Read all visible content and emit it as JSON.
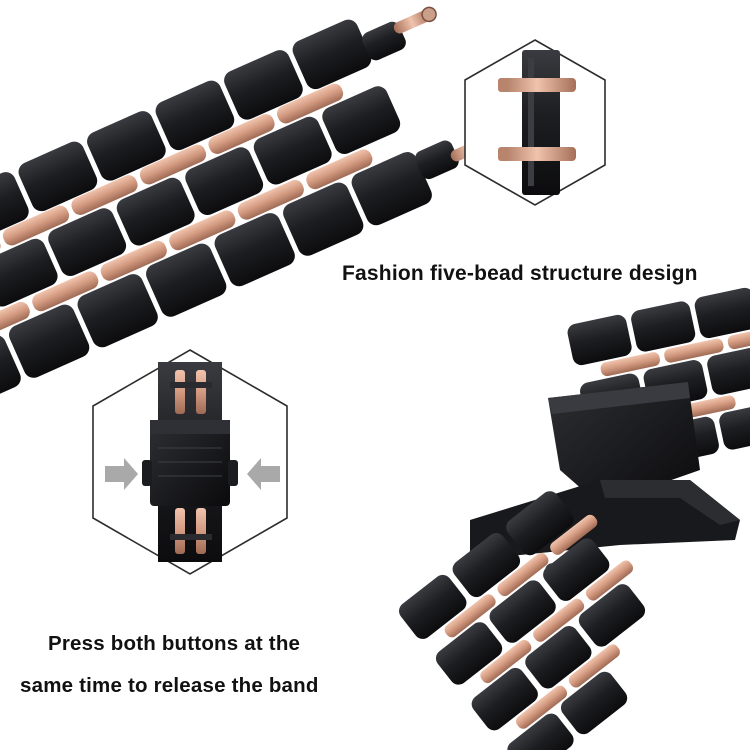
{
  "captions": {
    "top_feature": "Fashion five-bead structure design",
    "bottom_feature_line1": "Press both buttons at the",
    "bottom_feature_line2": "same time to release the band"
  },
  "colors": {
    "link_black": "#1b1c1f",
    "rose_gold": "#d9a48c",
    "rose_gold_dark": "#a8705a",
    "frame_line": "#333333",
    "arrow_gray": "#a9a9a9"
  },
  "icons": {
    "press_left": "arrow-right-icon",
    "press_right": "arrow-left-icon"
  }
}
